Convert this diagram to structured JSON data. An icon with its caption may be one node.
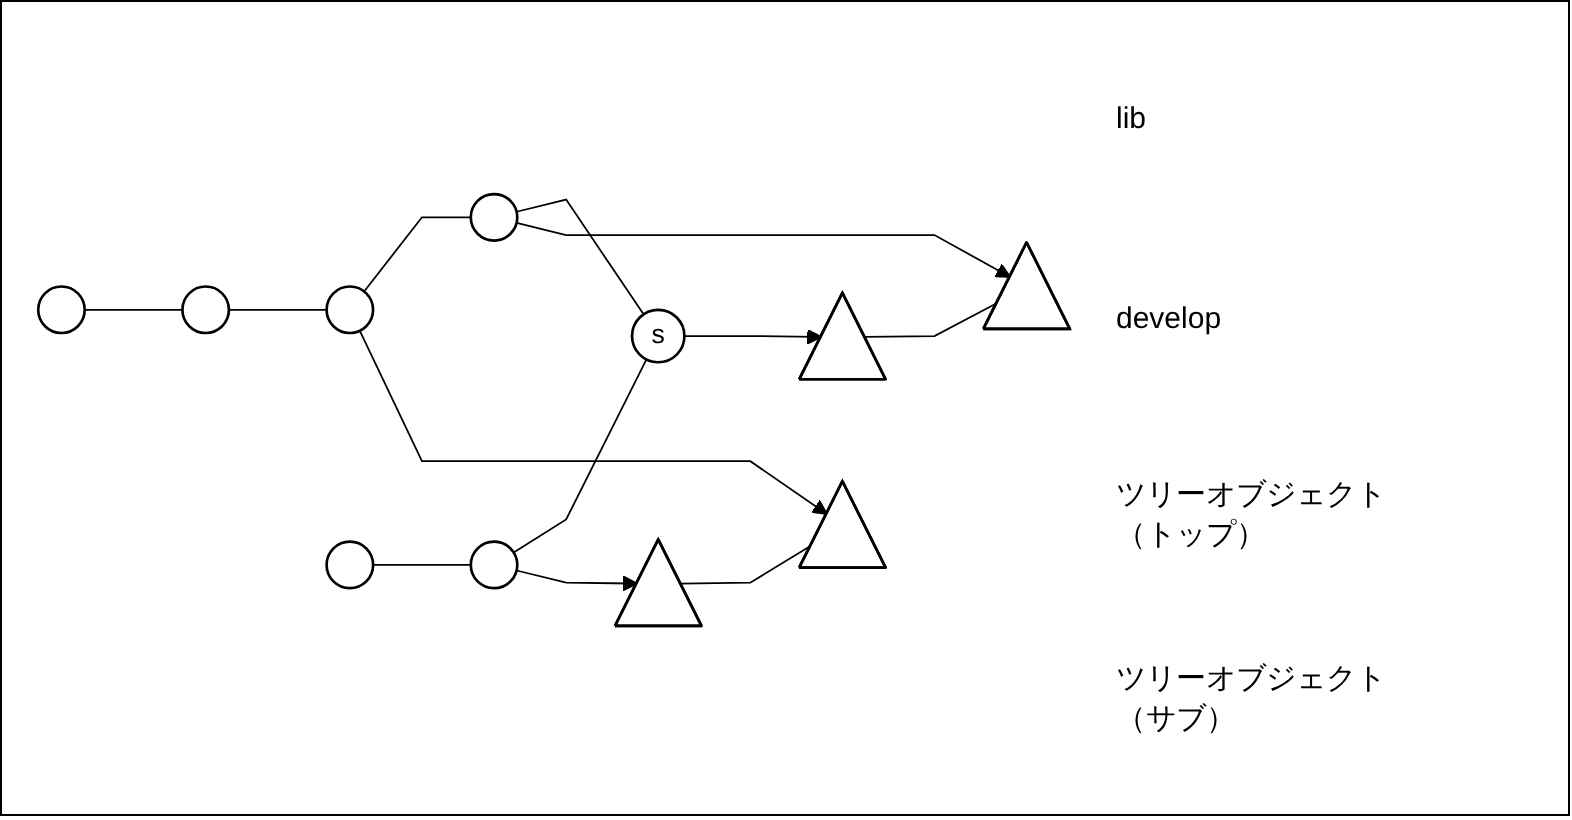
{
  "diagram": {
    "nodes": [
      {
        "text": [],
        "shape": "circle"
      },
      {
        "text": [],
        "shape": "circle"
      },
      {
        "text": [],
        "shape": "circle"
      },
      {
        "text": [],
        "shape": "circle"
      },
      {
        "text": [],
        "shape": "circle"
      },
      {
        "text": [],
        "shape": "circle"
      },
      {
        "text": [
          "s"
        ]
      },
      {
        "text": [],
        "shape": "triangle"
      },
      {
        "text": [],
        "shape": "triangle"
      },
      {
        "text": [],
        "shape": "triangle"
      },
      {
        "text": [],
        "shape": "triangle"
      }
    ],
    "edges": [
      {
        "from": 0,
        "to": 1,
        "arrow": "none"
      },
      {
        "from": 1,
        "to": 2,
        "arrow": "none"
      },
      {
        "from": 2,
        "to": 3,
        "arrow": "none"
      },
      {
        "from": 4,
        "to": 5,
        "arrow": "none"
      },
      {
        "from": 5,
        "to": 6,
        "arrow": "none"
      },
      {
        "from": 3,
        "to": 6,
        "arrow": "none"
      },
      {
        "from": 5,
        "to": 7,
        "arrow": "to"
      },
      {
        "from": 2,
        "to": 9,
        "arrow": "to"
      },
      {
        "from": 3,
        "to": 10,
        "arrow": "to"
      },
      {
        "from": 6,
        "to": 8,
        "arrow": "to"
      },
      {
        "from": 7,
        "to": 9,
        "arrow": "none"
      },
      {
        "from": 8,
        "to": 10,
        "arrow": "none"
      }
    ],
    "labels": [
      "lib",
      "develop",
      "ツリーオブジェクト（トップ）",
      "ツリーオブジェクト（サブ）"
    ]
  }
}
